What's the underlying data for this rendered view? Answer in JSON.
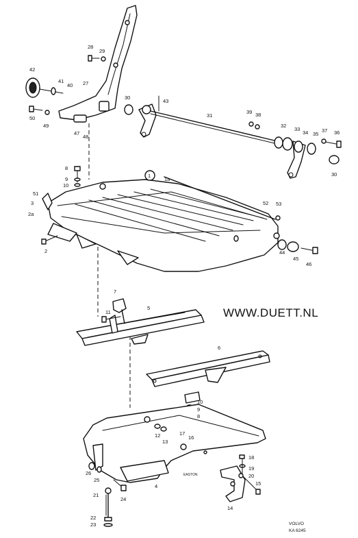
{
  "watermark": "WWW.DUETT.NL",
  "footer": {
    "brand": "VOLVO",
    "code": "KA 6245"
  },
  "frame_stamp": "EASTON",
  "circled_label": "1",
  "part_labels": [
    {
      "text": "28"
    },
    {
      "text": "29"
    },
    {
      "text": "42"
    },
    {
      "text": "41"
    },
    {
      "text": "40"
    },
    {
      "text": "27"
    },
    {
      "text": "50"
    },
    {
      "text": "49"
    },
    {
      "text": "47"
    },
    {
      "text": "48"
    },
    {
      "text": "30"
    },
    {
      "text": "43"
    },
    {
      "text": "31"
    },
    {
      "text": "39"
    },
    {
      "text": "38"
    },
    {
      "text": "32"
    },
    {
      "text": "33"
    },
    {
      "text": "34"
    },
    {
      "text": "35"
    },
    {
      "text": "37"
    },
    {
      "text": "36"
    },
    {
      "text": "30"
    },
    {
      "text": "8"
    },
    {
      "text": "9"
    },
    {
      "text": "10"
    },
    {
      "text": "1a"
    },
    {
      "text": "51"
    },
    {
      "text": "3"
    },
    {
      "text": "2a"
    },
    {
      "text": "52"
    },
    {
      "text": "53"
    },
    {
      "text": "2"
    },
    {
      "text": "44"
    },
    {
      "text": "45"
    },
    {
      "text": "46"
    },
    {
      "text": "7"
    },
    {
      "text": "11"
    },
    {
      "text": "5"
    },
    {
      "text": "6"
    },
    {
      "text": "10"
    },
    {
      "text": "9"
    },
    {
      "text": "8"
    },
    {
      "text": "12"
    },
    {
      "text": "13"
    },
    {
      "text": "17"
    },
    {
      "text": "16"
    },
    {
      "text": "18"
    },
    {
      "text": "19"
    },
    {
      "text": "20"
    },
    {
      "text": "15"
    },
    {
      "text": "26"
    },
    {
      "text": "25"
    },
    {
      "text": "21"
    },
    {
      "text": "24"
    },
    {
      "text": "4"
    },
    {
      "text": "14"
    },
    {
      "text": "22"
    },
    {
      "text": "23"
    }
  ]
}
